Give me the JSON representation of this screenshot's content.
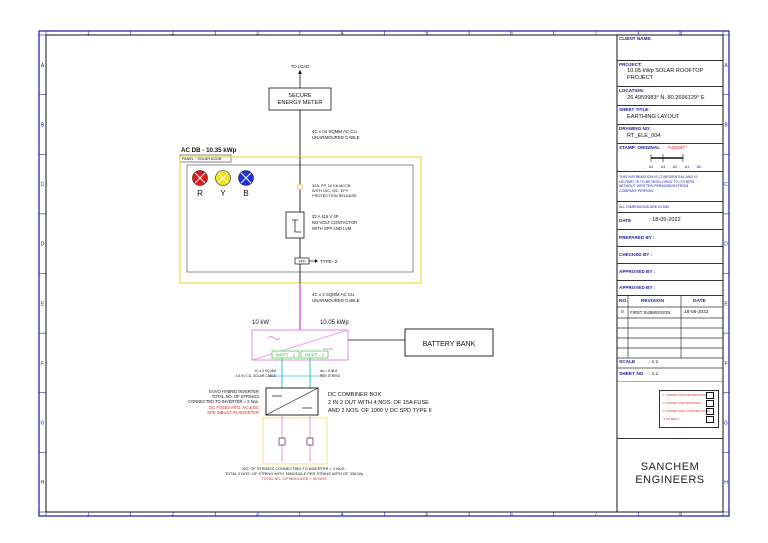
{
  "border": {
    "col_labels": [
      "1",
      "2",
      "3",
      "4",
      "5",
      "6",
      "7",
      "8"
    ],
    "row_labels": [
      "A",
      "B",
      "C",
      "D",
      "E",
      "F",
      "G",
      "H"
    ]
  },
  "diagram": {
    "to_load": "TO LOAD",
    "meter": [
      "SECURE",
      "ENERGY METER"
    ],
    "cable_top": [
      "4C x 04 SQMM AC CU.",
      "UNARMOURED CABLE"
    ],
    "acdb_title": "AC DB - 10.35 kWp",
    "acdb_panel": "PANEL : SOLAR ACDB",
    "phases": [
      "R",
      "Y",
      "B"
    ],
    "mccb_note": [
      "32A, FP, 10 KA MCCB",
      "WITH O/C, S/C, EFY",
      "PROTECTION RELEASE"
    ],
    "contactor_note": [
      "32 A 415 V 4P",
      "NO VOLT CONTACTOR",
      "WITH SPP AND LVM"
    ],
    "spd_label": "SPD",
    "type_label": "TYPE- 2",
    "cable_mid": [
      "4C x 4 SQMM AC CU.",
      "UNARMOURED CABLE"
    ],
    "inverter_kw": "10 kW",
    "inverter_kwp": "10.05 kWp",
    "mppt_labels": [
      "MPPT - 1",
      "MPPT - 2"
    ],
    "battery_bank": "BATTERY BANK",
    "dc_cable_left": [
      "1C x 4 SQ MM",
      "1.8 KV CU. SOLAR CABLE"
    ],
    "dc_cable_right": [
      "Isc = 9.38 A",
      "PER STRING"
    ],
    "inverter_info": [
      "EVVO HYBRID INVERTER",
      "TOTAL NO. OF STRINGS",
      "CONNECTED TO INVERTER = 2 Nos."
    ],
    "inverter_info_red": [
      "DC FUSES MTG. AC & DC",
      "SPD INBUILT IN INVERTER"
    ],
    "combiner": [
      "DC COMBINER BOX",
      "2 IN 2 OUT WITH 4 NOS. OF 15A FUSE",
      "AND 2 NOS. OF 1000 V DC SPD TYPE II"
    ],
    "strings_note": [
      "NO. OF STRINGS CONNECTING TO INVERTER = 2 NOS.",
      "TOTAL 2 NOS. OF STRING WITH 15MODULE PER STRING WITH OF 335 Wp"
    ],
    "modules_note": "TOTAL NO. OF MODULES = 30 NOS"
  },
  "title_block": {
    "client_label": "CLIENT NAME:",
    "client_value": "",
    "project_label": "PROJECT:",
    "project_value": [
      "10.05 kWp SOLAR ROOFTOP",
      "PROJECT"
    ],
    "location_label": "LOCATION:",
    "location_value": "26.4959983° N, 80.2696129° E",
    "sheet_title_label": "SHEET TITLE:",
    "sheet_title_value": "EARTHING LAYOUT",
    "drawing_no_label": "DRAWING NO:",
    "drawing_no_value": "RT_ELE_004",
    "stamp_label": "STAMP: ORIGINAL",
    "stamp_value": "\"A2X297\"",
    "paper_sizes": [
      "A4",
      "A3",
      "A2",
      "A1",
      "A0"
    ],
    "confidential": [
      "THIS INFORMATION IS CONFIDENTIAL AND IS",
      "NO PART IS TO BE DISCLOSED TO OTHERS",
      "WITHOUT WRITTEN PERMISSION FROM",
      "COMPANY PERSON."
    ],
    "dimensions_note": "ALL DIMENSIONS ARE IN MM.",
    "date_label": "DATE",
    "date_value": ": 18-05-2022",
    "prepared_by": "PREPARED BY  :",
    "checked_by": "CHECKED BY  :",
    "approved_by_1": "APPROVED BY  :",
    "approved_by_2": "APPROVED BY  :",
    "rev_headers": [
      "NO.",
      "REVISION",
      "DATE"
    ],
    "rev_rows": [
      [
        "0",
        "FIRST SUBMISSION",
        "18-05-2022"
      ]
    ],
    "scale_label": "SCALE",
    "scale_value": ":        1:1",
    "sheet_no_label": "SHEET NO",
    "sheet_no_value": ":        1.1",
    "checklist": [
      "1. ISSUED FOR INFORMATION",
      "2. ISSUED FOR APPROVAL",
      "3. ISSUED FOR CONSTRUCTION",
      "4. AS BUILT"
    ],
    "company": [
      "SANCHEM",
      "ENGINEERS"
    ]
  },
  "colors": {
    "border": "#1a1a9e",
    "ac_cable": "#e040e0",
    "acdb_box": "#ecd84a",
    "inverter_box": "#e68ae6",
    "mppt": "#3ec43e",
    "dc_cable": "#37c8d6",
    "red_text": "#e02020",
    "phase_r": "#e01818",
    "phase_y": "#f2e21a",
    "phase_b": "#2030e0"
  }
}
